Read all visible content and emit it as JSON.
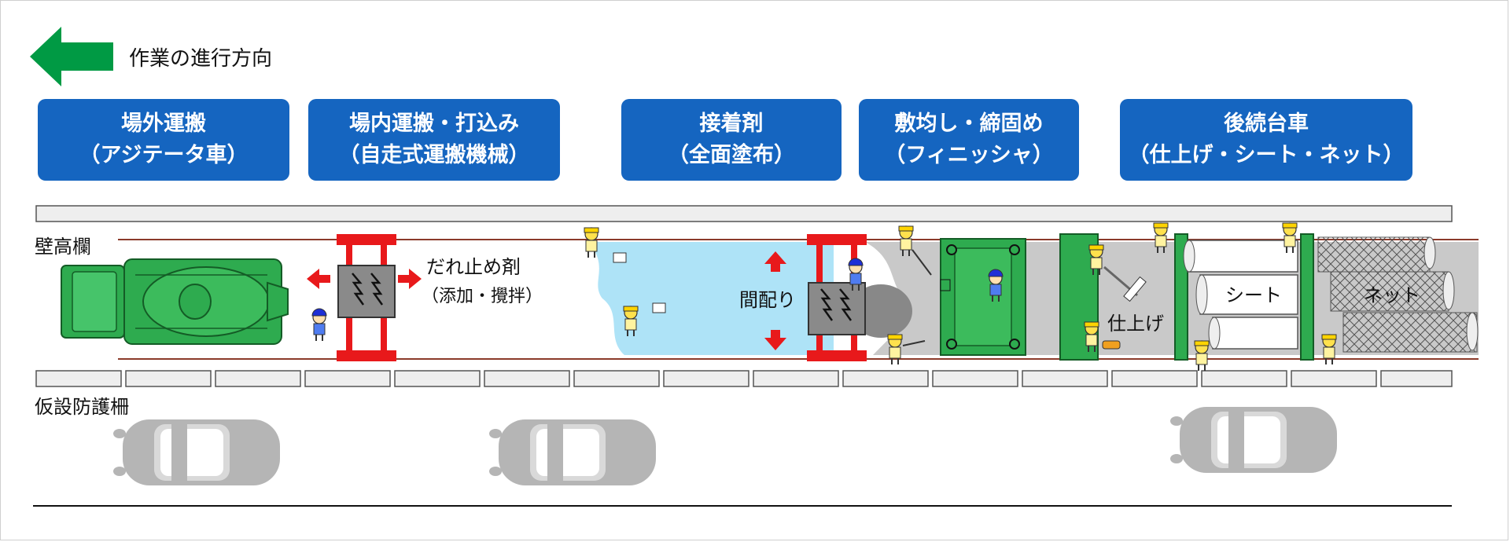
{
  "direction": {
    "label": "作業の進行方向",
    "arrow_color": "#009a44"
  },
  "stages": [
    {
      "line1": "場外運搬",
      "line2": "（アジテータ車）"
    },
    {
      "line1": "場内運搬・打込み",
      "line2": "（自走式運搬機械）"
    },
    {
      "line1": "接着剤",
      "line2": "（全面塗布）"
    },
    {
      "line1": "敷均し・締固め",
      "line2": "（フィニッシャ）"
    },
    {
      "line1": "後続台車",
      "line2": "（仕上げ・シート・ネット）"
    }
  ],
  "labels": {
    "wall": "壁高欄",
    "fence": "仮設防護柵",
    "retarder_line1": "だれ止め剤",
    "retarder_line2": "（添加・攪拌）",
    "spreading": "間配り",
    "finishing": "仕上げ",
    "sheet": "シート",
    "net": "ネット"
  },
  "colors": {
    "stage_bg": "#1565c0",
    "machine_green": "#2eab4f",
    "frame_red": "#e8191b",
    "adhesive_blue": "#aee3f7",
    "concrete_gray": "#c9c9c9",
    "car_gray": "#b5b5b5"
  }
}
